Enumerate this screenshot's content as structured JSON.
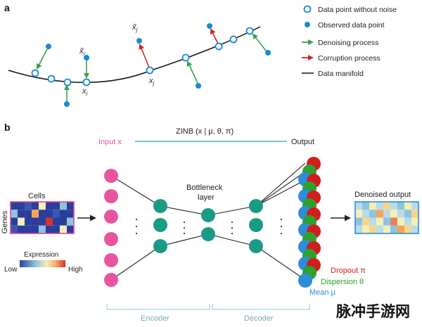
{
  "panel_a": {
    "letter": "a",
    "legend": {
      "point_without_noise": "Data point without noise",
      "observed_point": "Observed data point",
      "denoising": "Denoising process",
      "corruption": "Corruption process",
      "manifold": "Data manifold"
    },
    "labels": {
      "x": "x",
      "tilde_x": "x̃",
      "sub_i": "i",
      "sub_j": "j"
    }
  },
  "panel_b": {
    "letter": "b",
    "input_label": "Input x",
    "zinb_label": "ZINB (x | μ, θ, π)",
    "output_label": "Output",
    "cells_label": "Cells",
    "genes_label": "Genes",
    "bottleneck_label_1": "Bottleneck",
    "bottleneck_label_2": "layer",
    "expression_label": "Expression",
    "low_label": "Low",
    "high_label": "High",
    "denoised_label": "Denoised output",
    "dropout_label": "Dropout π",
    "dispersion_label": "Dispersion θ",
    "mean_label": "Mean μ",
    "encoder_label": "Encoder",
    "decoder_label": "Decoder",
    "watermark": "脉冲手游网"
  },
  "colors": {
    "point_fill": "#1a8bd1",
    "hollow_stroke": "#1a8bd1",
    "denoise_arrow": "#3aa34a",
    "corrupt_arrow": "#c62828",
    "input_node": "#e8559e",
    "hidden_node": "#1a9b86",
    "dropout_node": "#d31d1d",
    "dispersion_node": "#2ea12e",
    "mean_node": "#2a8fd6",
    "zinb_line": "#3fb7c9",
    "encoder_bracket": "#9fd4dc"
  }
}
